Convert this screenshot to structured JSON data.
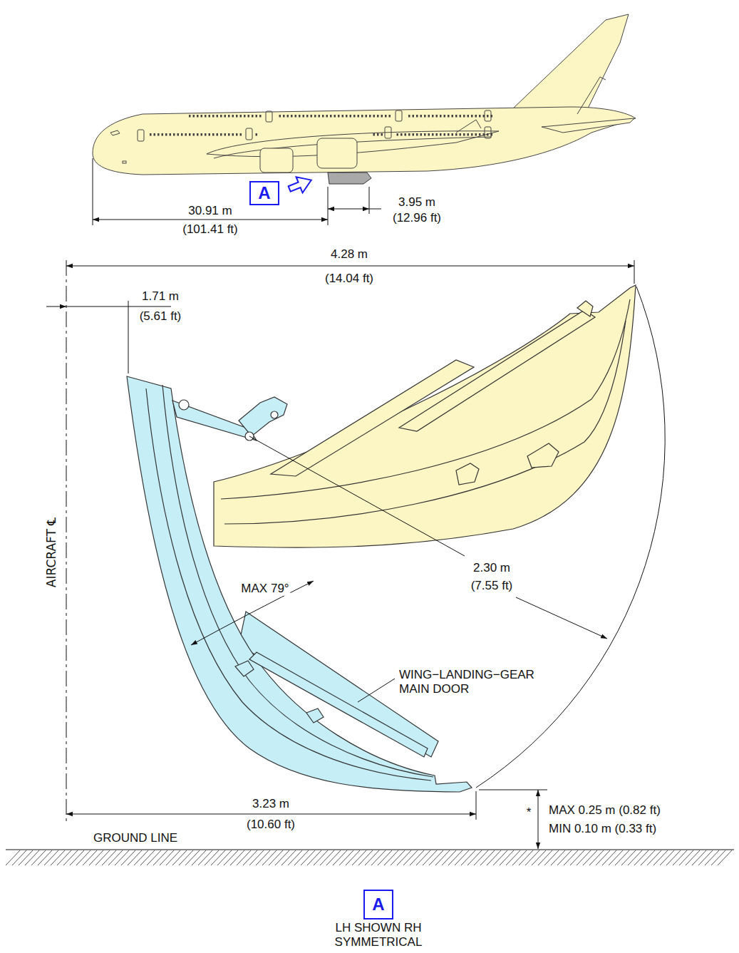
{
  "diagram": {
    "nodes": [
      {
        "text": [
          "A"
        ]
      },
      {
        "text": [
          "A"
        ]
      }
    ],
    "labels": [
      "30.91 m",
      "(101.41 ft)",
      "3.95 m",
      "(12.96 ft)",
      "4.28 m",
      "(14.04 ft)",
      "1.71 m",
      "(5.61 ft)",
      "AIRCRAFT ℄",
      "2.30 m",
      "(7.55 ft)",
      "MAX 79°",
      "WING−LANDING−GEAR MAIN DOOR",
      "3.23 m",
      "(10.60 ft)",
      "*",
      "MAX 0.25 m (0.82 ft)",
      "MIN 0.10 m (0.33 ft)",
      "GROUND LINE",
      "LH SHOWN RH SYMMETRICAL"
    ]
  }
}
